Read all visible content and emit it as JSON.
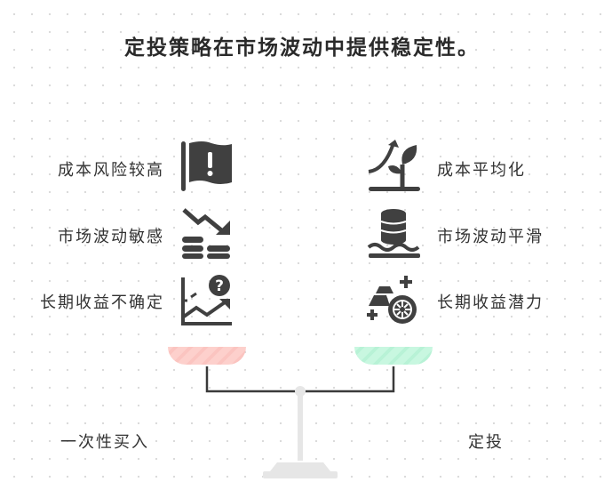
{
  "title": "定投策略在市场波动中提供稳定性。",
  "left": {
    "items": [
      {
        "label": "成本风险较高",
        "icon": "flag-warning-icon"
      },
      {
        "label": "市场波动敏感",
        "icon": "declining-coins-icon"
      },
      {
        "label": "长期收益不确定",
        "icon": "chart-question-icon"
      }
    ],
    "name": "一次性买入",
    "color": "#fdd0cc"
  },
  "right": {
    "items": [
      {
        "label": "成本平均化",
        "icon": "growth-plant-icon"
      },
      {
        "label": "市场波动平滑",
        "icon": "coins-waves-icon"
      },
      {
        "label": "长期收益潜力",
        "icon": "gold-wheel-icon"
      }
    ],
    "name": "定投",
    "color": "#c8f7e0"
  }
}
